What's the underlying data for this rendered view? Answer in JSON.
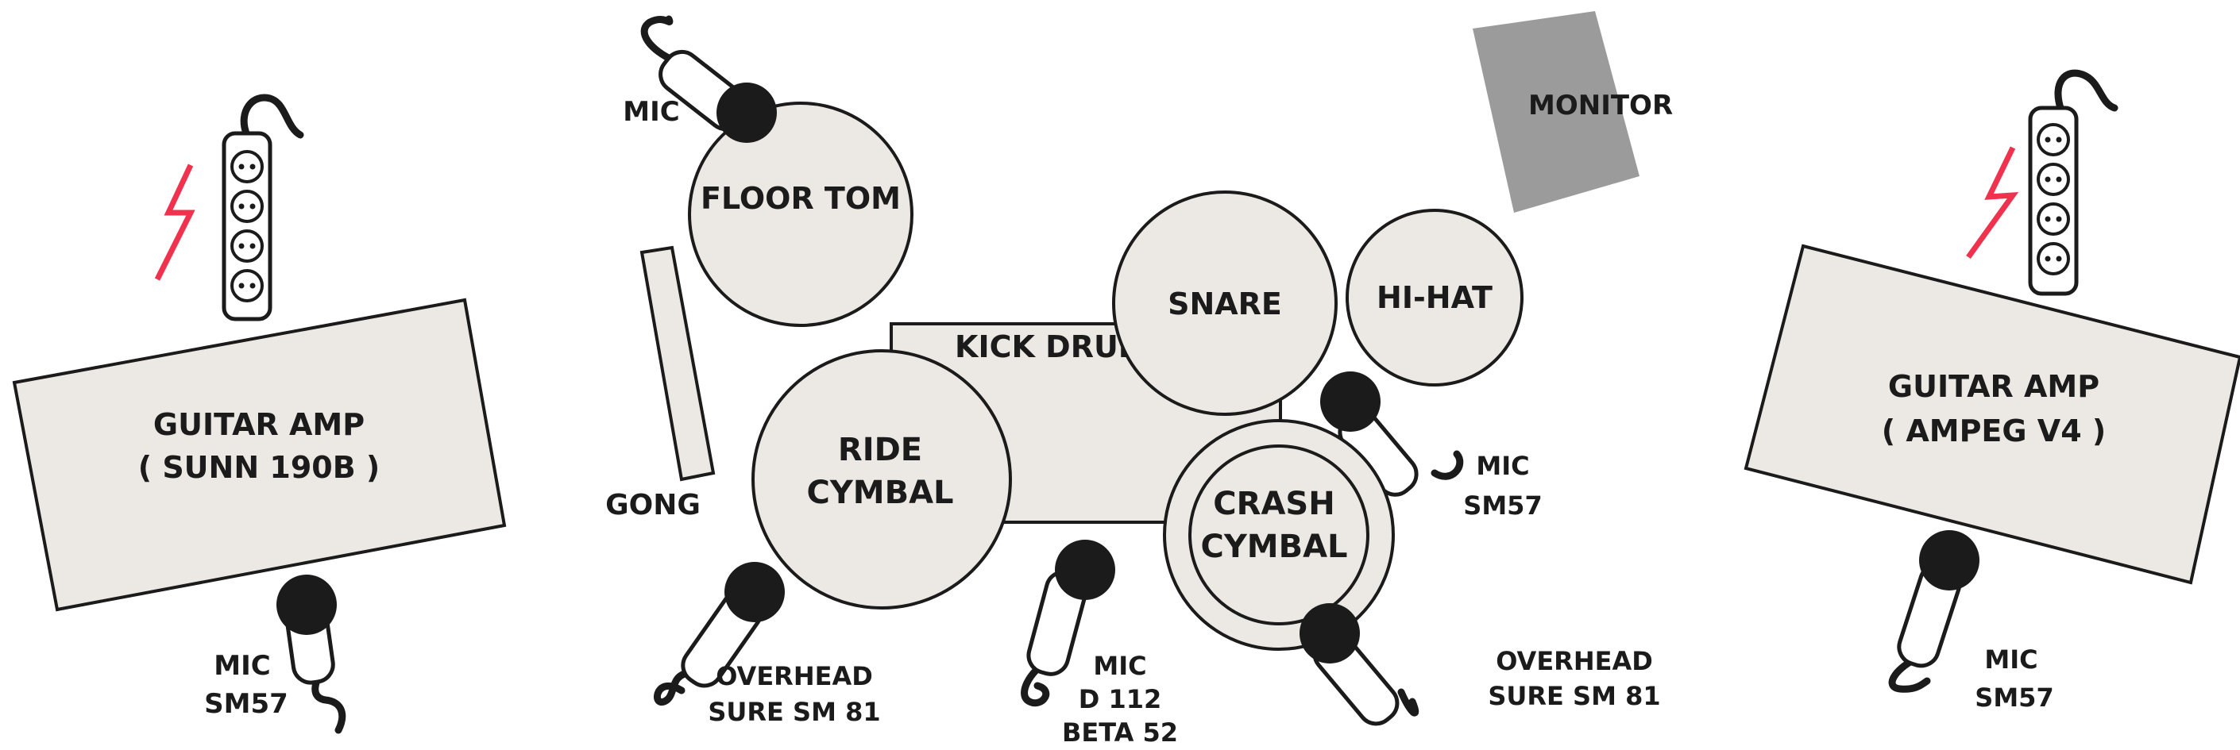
{
  "colors": {
    "background": "#ffffff",
    "shape_fill": "#ece8e3",
    "outline": "#1b1b1b",
    "monitor": "#9b9b9b",
    "power_spark": "#f0324f"
  },
  "labels": {
    "guitar_amp_left": [
      "GUITAR AMP",
      "( SUNN 190B )"
    ],
    "guitar_amp_right": [
      "GUITAR AMP",
      "( AMPEG V4 )"
    ],
    "floor_tom": "FLOOR TOM",
    "kick_drum": "KICK DRUM",
    "snare": "SNARE",
    "hi_hat": "HI-HAT",
    "ride_cymbal": [
      "RIDE",
      "CYMBAL"
    ],
    "crash_cymbal": [
      "CRASH",
      "CYMBAL"
    ],
    "gong": "GONG",
    "monitor": "MONITOR",
    "mic_floor_tom": "MIC",
    "mic_left_amp": [
      "MIC",
      "SM57"
    ],
    "mic_hihat": [
      "MIC",
      "SM57"
    ],
    "mic_right_amp": [
      "MIC",
      "SM57"
    ],
    "overhead_left": [
      "OVERHEAD",
      "SURE SM 81"
    ],
    "overhead_right": [
      "OVERHEAD",
      "SURE SM 81"
    ],
    "mic_kick": [
      "MIC",
      "D 112",
      "BETA 52"
    ]
  }
}
